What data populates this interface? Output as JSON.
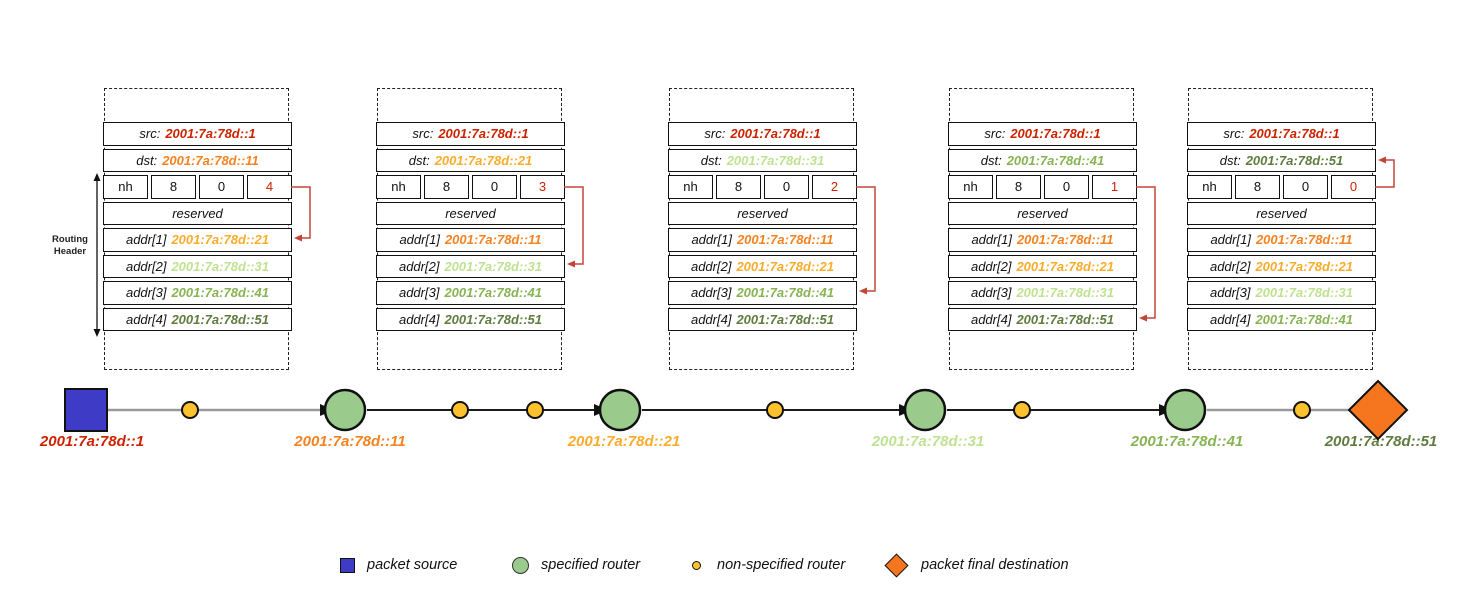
{
  "palette": {
    "red": "#cc2200",
    "orange": "#f58220",
    "amber": "#fbab2a",
    "pale_green": "#bfe292",
    "green": "#87b353",
    "olive": "#5f7b3e",
    "connector_red": "#c2473a",
    "node_blue": "#3e3bc6",
    "node_green": "#9bca8d",
    "node_yellow": "#fcc12c",
    "node_orange": "#f67620"
  },
  "routing_header_bracket": {
    "line1": "Routing",
    "line2": "Header"
  },
  "field_labels": {
    "src": "src:",
    "dst": "dst:",
    "nh": "nh",
    "len": "8",
    "type": "0",
    "reserved": "reserved",
    "addr_labels": [
      "addr[1]",
      "addr[2]",
      "addr[3]",
      "addr[4]"
    ]
  },
  "tables": [
    {
      "src": {
        "text": "2001:7a:78d::1",
        "color": "red"
      },
      "dst": {
        "text": "2001:7a:78d::11",
        "color": "orange"
      },
      "segments_left": {
        "text": "4",
        "color": "red"
      },
      "addrs": [
        {
          "text": "2001:7a:78d::21",
          "color": "amber"
        },
        {
          "text": "2001:7a:78d::31",
          "color": "pale-green"
        },
        {
          "text": "2001:7a:78d::41",
          "color": "green"
        },
        {
          "text": "2001:7a:78d::51",
          "color": "olive"
        }
      ],
      "arrow_target": "addr[1]"
    },
    {
      "src": {
        "text": "2001:7a:78d::1",
        "color": "red"
      },
      "dst": {
        "text": "2001:7a:78d::21",
        "color": "amber"
      },
      "segments_left": {
        "text": "3",
        "color": "red"
      },
      "addrs": [
        {
          "text": "2001:7a:78d::11",
          "color": "orange"
        },
        {
          "text": "2001:7a:78d::31",
          "color": "pale-green"
        },
        {
          "text": "2001:7a:78d::41",
          "color": "green"
        },
        {
          "text": "2001:7a:78d::51",
          "color": "olive"
        }
      ],
      "arrow_target": "addr[2]"
    },
    {
      "src": {
        "text": "2001:7a:78d::1",
        "color": "red"
      },
      "dst": {
        "text": "2001:7a:78d::31",
        "color": "pale-green"
      },
      "segments_left": {
        "text": "2",
        "color": "red"
      },
      "addrs": [
        {
          "text": "2001:7a:78d::11",
          "color": "orange"
        },
        {
          "text": "2001:7a:78d::21",
          "color": "amber"
        },
        {
          "text": "2001:7a:78d::41",
          "color": "green"
        },
        {
          "text": "2001:7a:78d::51",
          "color": "olive"
        }
      ],
      "arrow_target": "addr[3]"
    },
    {
      "src": {
        "text": "2001:7a:78d::1",
        "color": "red"
      },
      "dst": {
        "text": "2001:7a:78d::41",
        "color": "green"
      },
      "segments_left": {
        "text": "1",
        "color": "red"
      },
      "addrs": [
        {
          "text": "2001:7a:78d::11",
          "color": "orange"
        },
        {
          "text": "2001:7a:78d::21",
          "color": "amber"
        },
        {
          "text": "2001:7a:78d::31",
          "color": "pale-green"
        },
        {
          "text": "2001:7a:78d::51",
          "color": "olive"
        }
      ],
      "arrow_target": "addr[4]"
    },
    {
      "src": {
        "text": "2001:7a:78d::1",
        "color": "red"
      },
      "dst": {
        "text": "2001:7a:78d::51",
        "color": "olive"
      },
      "segments_left": {
        "text": "0",
        "color": "red"
      },
      "addrs": [
        {
          "text": "2001:7a:78d::11",
          "color": "orange"
        },
        {
          "text": "2001:7a:78d::21",
          "color": "amber"
        },
        {
          "text": "2001:7a:78d::31",
          "color": "pale-green"
        },
        {
          "text": "2001:7a:78d::41",
          "color": "green"
        }
      ],
      "arrow_target": "dst"
    }
  ],
  "path": {
    "labels": [
      {
        "text": "2001:7a:78d::1",
        "color": "red"
      },
      {
        "text": "2001:7a:78d::11",
        "color": "orange"
      },
      {
        "text": "2001:7a:78d::21",
        "color": "amber"
      },
      {
        "text": "2001:7a:78d::31",
        "color": "pale-green"
      },
      {
        "text": "2001:7a:78d::41",
        "color": "green"
      },
      {
        "text": "2001:7a:78d::51",
        "color": "olive"
      }
    ],
    "non_specified_router_count": 6
  },
  "legend": {
    "items": [
      {
        "icon": "square-icon",
        "label": "packet source"
      },
      {
        "icon": "circle-icon",
        "label": "specified router"
      },
      {
        "icon": "dot-icon",
        "label": "non-specified router"
      },
      {
        "icon": "diamond-icon",
        "label": "packet final destination"
      }
    ]
  }
}
